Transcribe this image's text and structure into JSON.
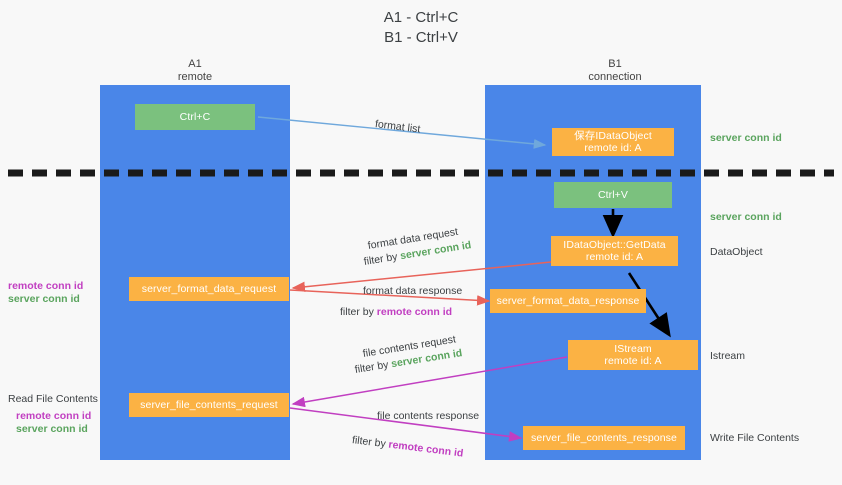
{
  "title": {
    "line1": "A1 - Ctrl+C",
    "line2": "B1 - Ctrl+V"
  },
  "columns": [
    {
      "name": "A1",
      "role": "remote"
    },
    {
      "name": "B1",
      "role": "connection"
    }
  ],
  "boxes": {
    "ctrl_c": "Ctrl+C",
    "ctrl_v": "Ctrl+V",
    "save_dataobject_l1": "保存IDataObject",
    "save_dataobject_l2": "remote id: A",
    "getdata_l1": "IDataObject::GetData",
    "getdata_l2": "remote id: A",
    "istream_l1": "IStream",
    "istream_l2": "remote id: A",
    "server_format_data_request": "server_format_data_request",
    "server_format_data_response": "server_format_data_response",
    "server_file_contents_request": "server_file_contents_request",
    "server_file_contents_response": "server_file_contents_response"
  },
  "right_labels": {
    "server_conn_id_top": "server conn id",
    "server_conn_id_mid": "server conn id",
    "dataobject": "DataObject",
    "istream": "Istream",
    "write_file_contents": "Write File Contents"
  },
  "left_labels": {
    "remote_conn_id_1": "remote conn id",
    "server_conn_id_1": "server conn id",
    "read_file_contents": "Read File Contents",
    "remote_conn_id_2": "remote conn id",
    "server_conn_id_2": "server conn id"
  },
  "arrow_captions": {
    "format_list": "format list",
    "format_data_request": "format data request",
    "format_data_request_filter_pre": "filter by ",
    "format_data_request_filter_key": "server conn id",
    "format_data_response": "format data response",
    "format_data_response_filter_pre": "filter by ",
    "format_data_response_filter_key": "remote conn id",
    "file_contents_request": "file contents request",
    "file_contents_request_filter_pre": "filter by ",
    "file_contents_request_filter_key": "server conn id",
    "file_contents_response": "file contents response",
    "file_contents_response_filter_pre": "filter by ",
    "file_contents_response_filter_key": "remote conn id"
  },
  "colors": {
    "lane": "#4a86e8",
    "green_box": "#7bc17e",
    "orange_box": "#fbb244",
    "server_conn_id": "#5aa45e",
    "remote_conn_id": "#c13fc1",
    "divider": "#1a1a1a",
    "arrow_blue": "#6fa8dc",
    "arrow_red": "#e8635a",
    "arrow_magenta": "#c13fc1",
    "arrow_black": "#000000"
  }
}
